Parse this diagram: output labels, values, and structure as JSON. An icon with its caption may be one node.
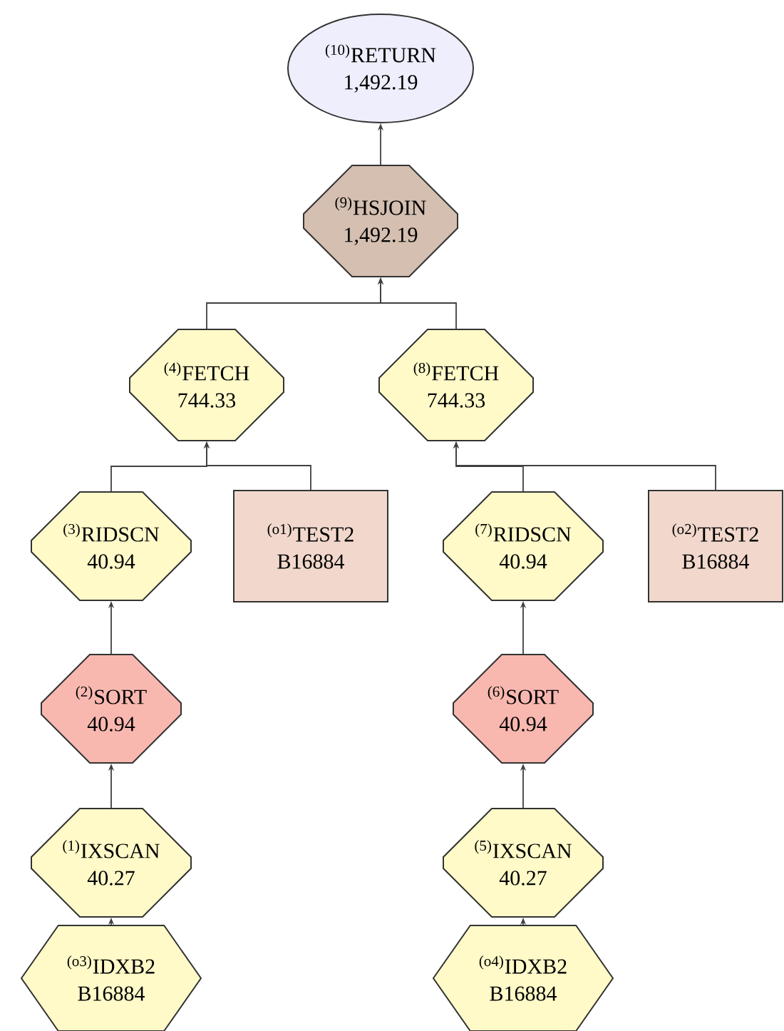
{
  "diagram": {
    "nodes": [
      {
        "text": [
          "$^{(10)}$RETURN",
          "1,492.19"
        ]
      },
      {
        "text": [
          "$^{(9)}$HSJOIN",
          "1,492.19"
        ]
      },
      {
        "text": [
          "$^{(4)}$FETCH",
          "744.33"
        ]
      },
      {
        "text": [
          "$^{(8)}$FETCH",
          "744.33"
        ]
      },
      {
        "text": [
          "$^{(3)}$RIDSCN",
          "40.94"
        ]
      },
      {
        "text": [
          "$^{(o1)}$TEST2",
          "B16884"
        ]
      },
      {
        "text": [
          "$^{(7)}$RIDSCN",
          "40.94"
        ]
      },
      {
        "text": [
          "$^{(o2)}$TEST2",
          "B16884"
        ]
      },
      {
        "text": [
          "$^{(2)}$SORT",
          "40.94"
        ]
      },
      {
        "text": [
          "$^{(6)}$SORT",
          "40.94"
        ]
      },
      {
        "text": [
          "$^{(1)}$IXSCAN",
          "40.27"
        ]
      },
      {
        "text": [
          "$^{(5)}$IXSCAN",
          "40.27"
        ]
      },
      {
        "text": [
          "$^{(o3)}$IDXB2",
          "B16884"
        ]
      },
      {
        "text": [
          "$^{(o4)}$IDXB2",
          "B16884"
        ]
      }
    ],
    "edges": [
      {
        "from": 1,
        "to": 0,
        "arrow": "to"
      },
      {
        "from": 2,
        "to": 1,
        "arrow": "to"
      },
      {
        "from": 3,
        "to": 1,
        "arrow": "to"
      },
      {
        "from": 4,
        "to": 2,
        "arrow": "to"
      },
      {
        "from": 5,
        "to": 2,
        "arrow": "to"
      },
      {
        "from": 6,
        "to": 3,
        "arrow": "to"
      },
      {
        "from": 7,
        "to": 3,
        "arrow": "to"
      },
      {
        "from": 8,
        "to": 4,
        "arrow": "to"
      },
      {
        "from": 9,
        "to": 6,
        "arrow": "to"
      },
      {
        "from": 10,
        "to": 8,
        "arrow": "to"
      },
      {
        "from": 11,
        "to": 9,
        "arrow": "to"
      },
      {
        "from": 12,
        "to": 10,
        "arrow": "to"
      },
      {
        "from": 13,
        "to": 11,
        "arrow": "to"
      }
    ]
  }
}
